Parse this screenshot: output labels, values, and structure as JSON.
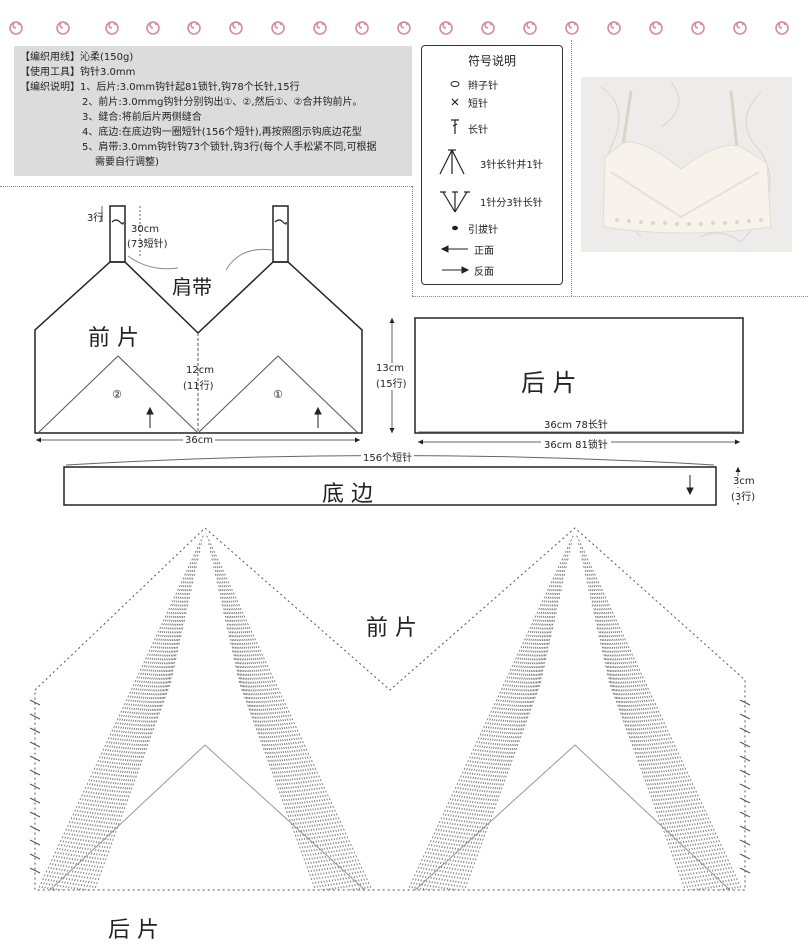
{
  "info": {
    "yarn": "【编织用线】沁柔(150g)",
    "tool": "【使用工具】钩针3.0mm",
    "step1": "【编织说明】1、后片:3.0mm钩针起81锁针,钩78个长针,15行",
    "step2": "2、前片:3.0mmg钩针分别钩出①、②,然后①、②合并钩前片。",
    "step3": "3、缝合:将前后片两侧缝合",
    "step4": "4、底边:在底边钩一圈短针(156个短针),再按照图示钩底边花型",
    "step5a": "5、肩带:3.0mm钩针钩73个锁针,钩3行(每个人手松紧不同,可根据",
    "step5b": "需要自行调整)"
  },
  "legend": {
    "title": "符号说明",
    "items": [
      "辫子针",
      "短针",
      "长针",
      "3针长针并1针",
      "1针分3针长针",
      "引拔针",
      "正面",
      "反面"
    ]
  },
  "schematic": {
    "strap_rows": "3行",
    "strap_len": "30cm",
    "strap_chain": "(73短针)",
    "strap_label": "肩带",
    "front_label": "前 片",
    "center_h": "12cm",
    "center_rows": "(11行)",
    "piece1": "①",
    "piece2": "②",
    "front_w": "36cm",
    "back_h": "13cm",
    "back_rows": "(15行)",
    "back_label": "后 片",
    "back_w1": "36cm 78长针",
    "back_w2": "36cm 81锁针",
    "hem_count": "156个短针",
    "hem_label": "底 边",
    "hem_h": "3cm",
    "hem_rows": "(3行)"
  },
  "chart": {
    "front_label": "前 片",
    "back_label": "后 片"
  },
  "colors": {
    "swirl": "#d98aa6",
    "line": "#222222",
    "gray": "#dcdcdc"
  }
}
